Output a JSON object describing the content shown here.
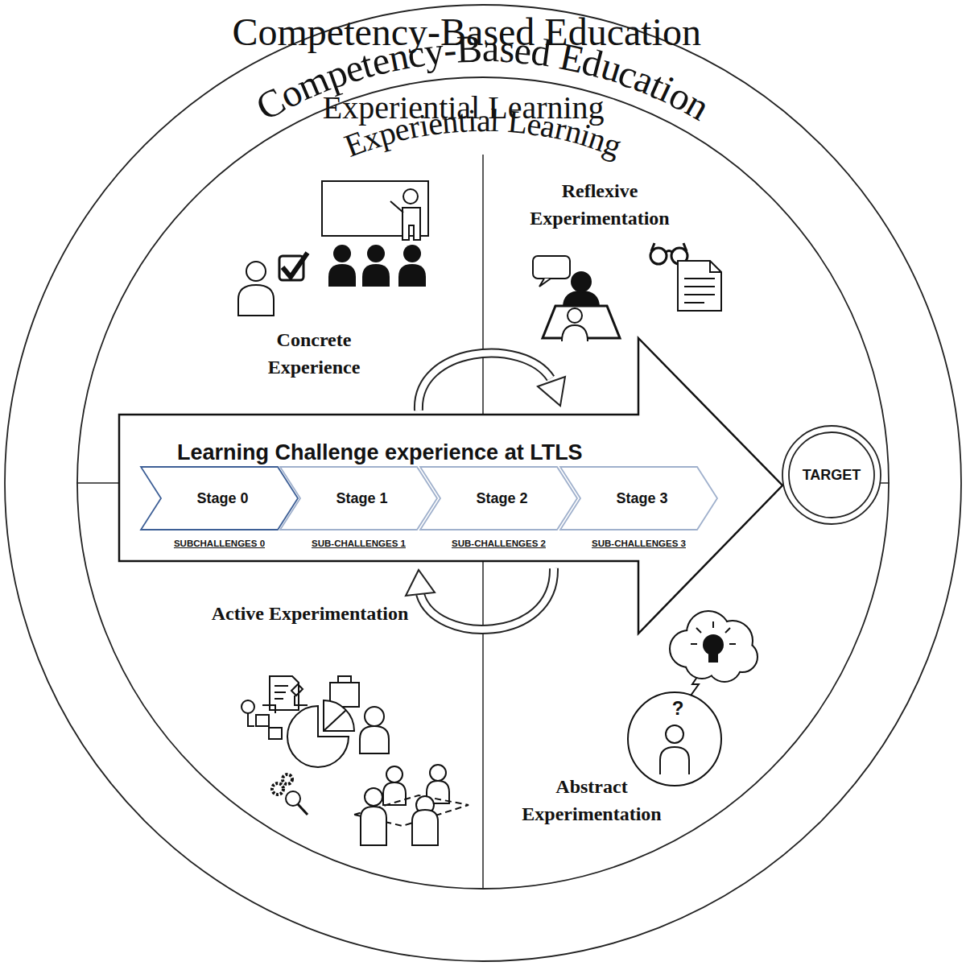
{
  "diagram": {
    "nodes": [
      {
        "text": [
          "Competency-Based Education"
        ]
      },
      {
        "text": [
          "Experiential Learning"
        ],
        "in": 0
      },
      {
        "text": [
          "Learning Challenge experience at LTLS"
        ],
        "in": 1
      },
      {
        "text": [
          "Stage 0",
          "SUBCHALLENGES 0"
        ],
        "in": 2
      },
      {
        "text": [
          "Stage 1",
          "SUB-CHALLENGES 1"
        ],
        "in": 2
      },
      {
        "text": [
          "Stage 2",
          "SUB-CHALLENGES 2"
        ],
        "in": 2
      },
      {
        "text": [
          "Stage 3",
          "SUB-CHALLENGES 3"
        ],
        "in": 2
      },
      {
        "text": [
          "TARGET"
        ],
        "in": 1
      }
    ],
    "labels": [
      "Concrete Experience",
      "Reflexive Experimentation",
      "Active Experimentation",
      "Abstract Experimentation",
      "?"
    ]
  }
}
